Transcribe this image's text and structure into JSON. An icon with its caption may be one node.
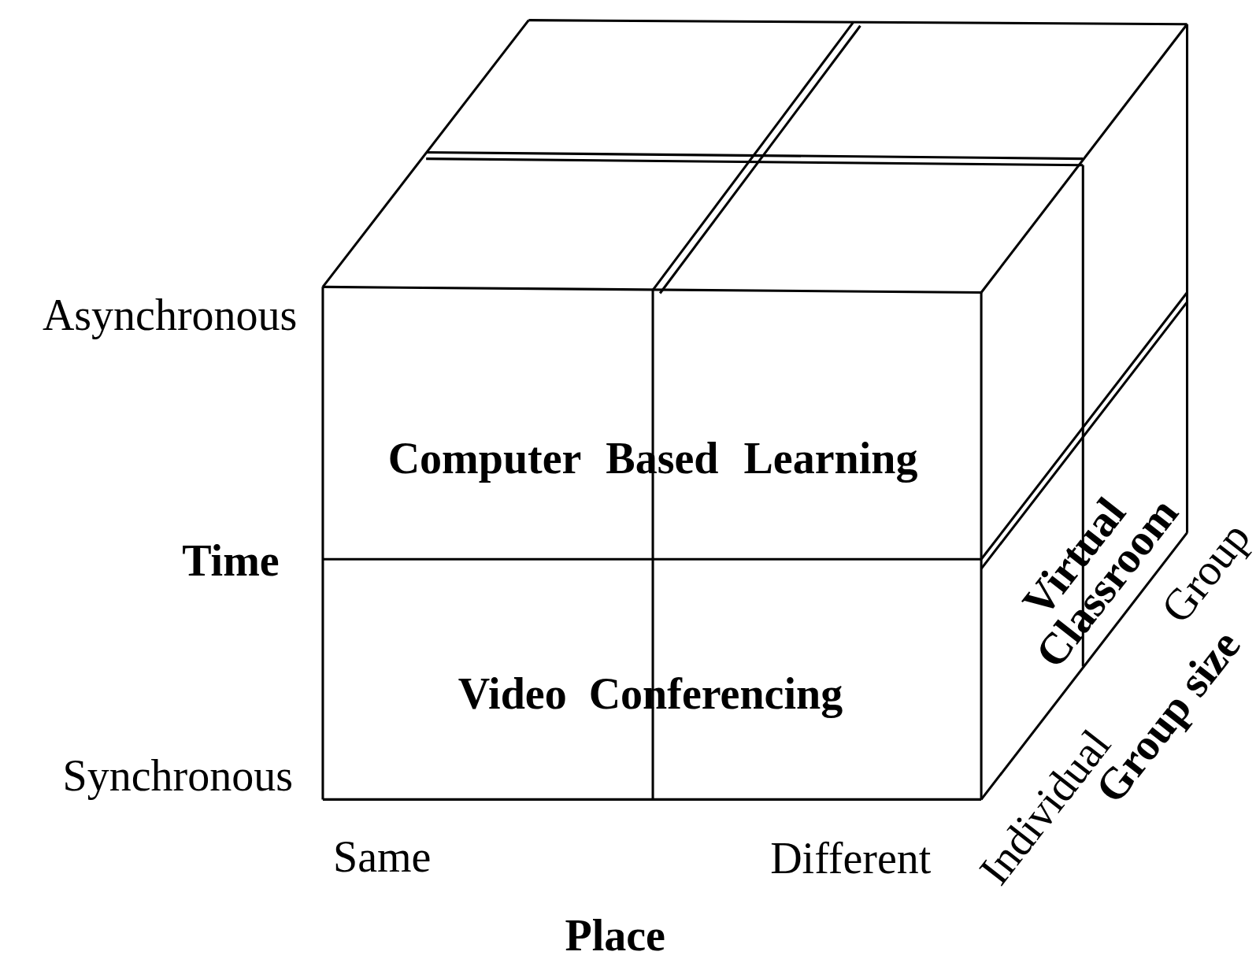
{
  "diagram": {
    "labels": [
      "Asynchronous",
      "Computer Based Learning",
      "Time",
      "Virtual Classroom",
      "Group",
      "Video Conferencing",
      "Group size",
      "Synchronous",
      "Individual",
      "Same",
      "Different",
      "Place"
    ]
  }
}
